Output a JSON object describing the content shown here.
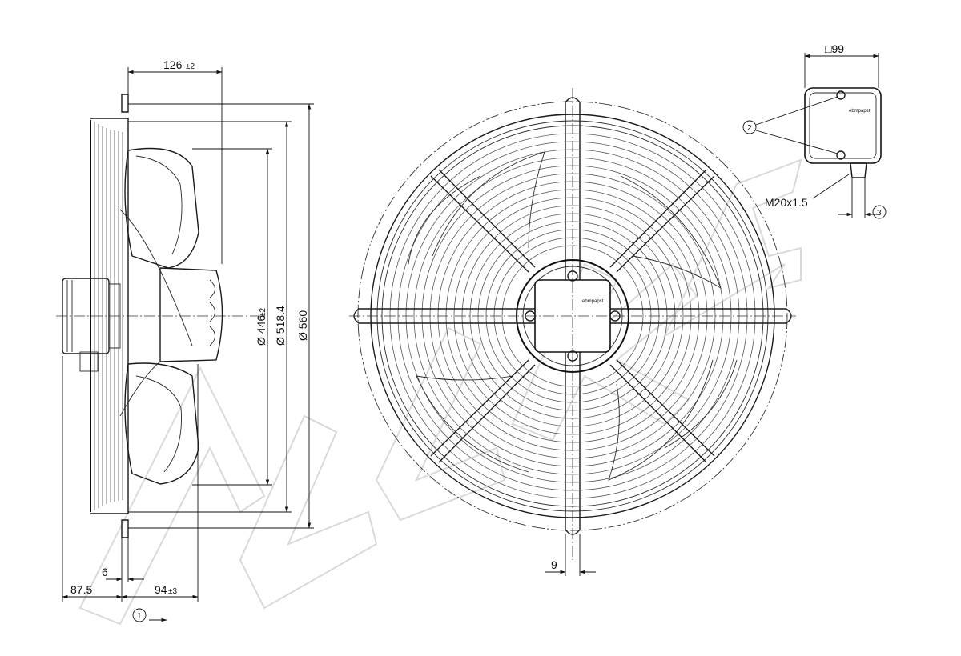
{
  "side_view": {
    "dim_top": "126",
    "dim_top_tol": "±2",
    "dim_d1": "Ø 446",
    "dim_d1_tol": "±2",
    "dim_d2": "Ø 518.4",
    "dim_d3": "Ø 560",
    "dim_6": "6",
    "dim_87": "87.5",
    "dim_94": "94",
    "dim_94_tol": "±3",
    "callout_1": "1"
  },
  "front_view": {
    "dim_9": "9",
    "logo_text": "ebmpapst"
  },
  "terminal_box": {
    "dim_square": "□99",
    "callout_2": "2",
    "thread": "M20x1.5",
    "callout_3": "3",
    "logo_text": "ebmpapst"
  }
}
